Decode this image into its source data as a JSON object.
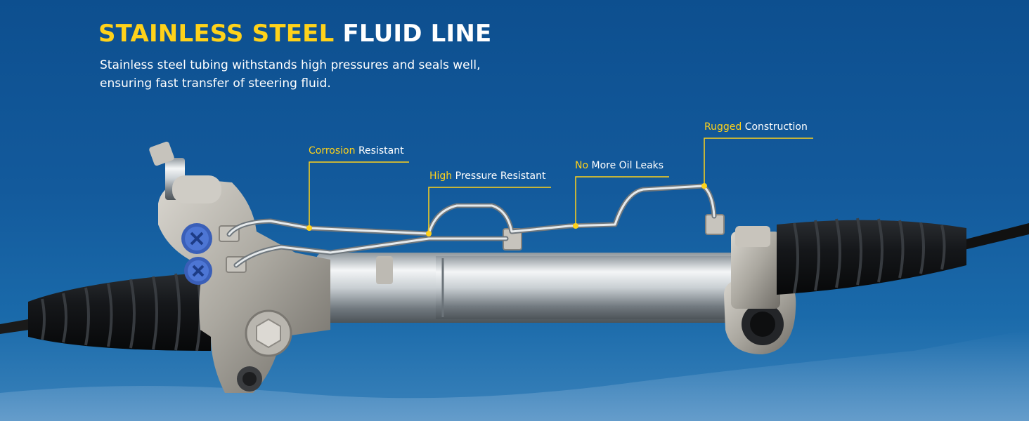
{
  "header": {
    "title_highlight": "STAINLESS STEEL",
    "title_rest": "FLUID LINE",
    "subtitle_line1": "Stainless steel tubing withstands high pressures and seals well,",
    "subtitle_line2": "ensuring fast transfer of steering fluid."
  },
  "callouts": [
    {
      "highlight": "Corrosion",
      "rest": "Resistant"
    },
    {
      "highlight": "High",
      "rest": "Pressure Resistant"
    },
    {
      "highlight": "No",
      "rest": "More Oil Leaks"
    },
    {
      "highlight": "Rugged",
      "rest": "Construction"
    }
  ],
  "colors": {
    "accent": "#ffd21a",
    "background": "#135a9c",
    "text": "#ffffff"
  }
}
